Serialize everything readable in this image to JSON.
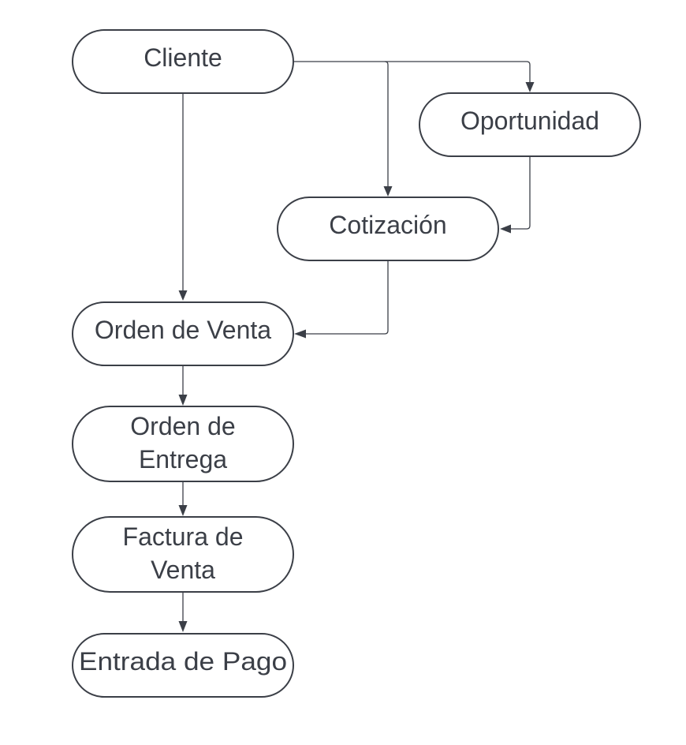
{
  "nodes": {
    "cliente": {
      "lines": [
        "Cliente"
      ]
    },
    "oportunidad": {
      "lines": [
        "Oportunidad"
      ]
    },
    "cotizacion": {
      "lines": [
        "Cotización"
      ]
    },
    "orden_venta": {
      "lines": [
        "Orden de Venta"
      ]
    },
    "orden_entrega": {
      "lines": [
        "Orden de",
        "Entrega"
      ]
    },
    "factura_venta": {
      "lines": [
        "Factura de",
        "Venta"
      ]
    },
    "entrada_pago": {
      "lines": [
        "Entrada de Pago"
      ]
    }
  },
  "edges": [
    {
      "from": "cliente",
      "to": "oportunidad"
    },
    {
      "from": "cliente",
      "to": "cotizacion"
    },
    {
      "from": "cliente",
      "to": "orden_venta"
    },
    {
      "from": "oportunidad",
      "to": "cotizacion"
    },
    {
      "from": "cotizacion",
      "to": "orden_venta"
    },
    {
      "from": "orden_venta",
      "to": "orden_entrega"
    },
    {
      "from": "orden_entrega",
      "to": "factura_venta"
    },
    {
      "from": "factura_venta",
      "to": "entrada_pago"
    }
  ],
  "colors": {
    "stroke": "#3b3f47",
    "fill": "#ffffff",
    "text": "#3b3f47"
  }
}
